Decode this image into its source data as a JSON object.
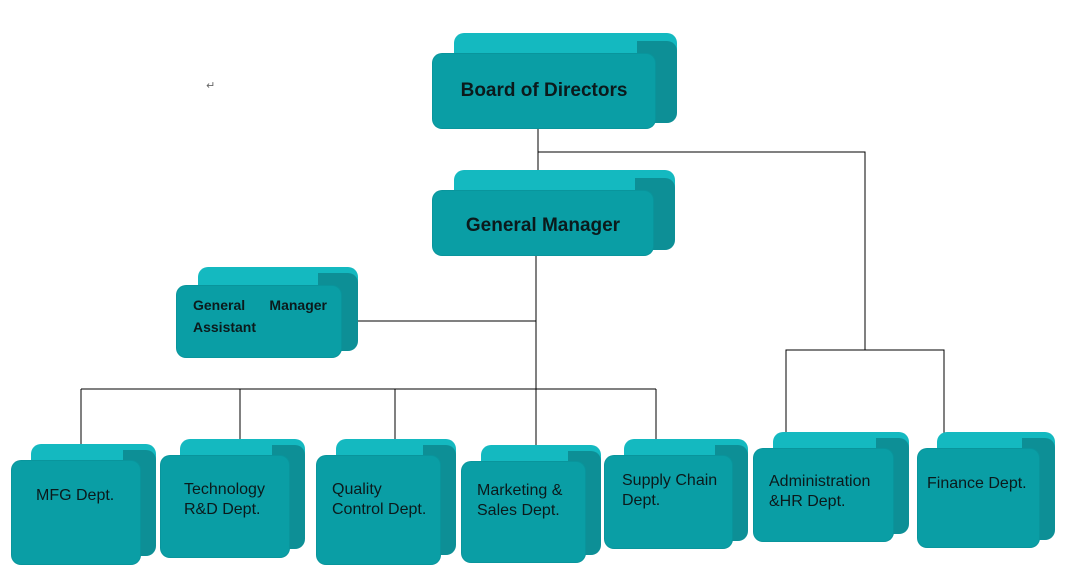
{
  "chart": {
    "board": "Board of Directors",
    "gm": "General Manager",
    "gm_assistant_line1_a": "General",
    "gm_assistant_line1_b": "Manager",
    "gm_assistant_line2": "Assistant",
    "departments": [
      [
        "MFG Dept."
      ],
      [
        "Technology",
        "R&D Dept."
      ],
      [
        "Quality",
        "Control Dept."
      ],
      [
        "Marketing &",
        "Sales Dept."
      ],
      [
        "Supply Chain",
        "Dept."
      ],
      [
        "Administration",
        "&HR Dept."
      ],
      [
        "Finance Dept."
      ]
    ],
    "para_mark": "↵"
  },
  "colors": {
    "box_face": "#0a9ea5",
    "box_top": "#14b9c0",
    "box_side": "#0d8f96",
    "line": "#000000"
  }
}
